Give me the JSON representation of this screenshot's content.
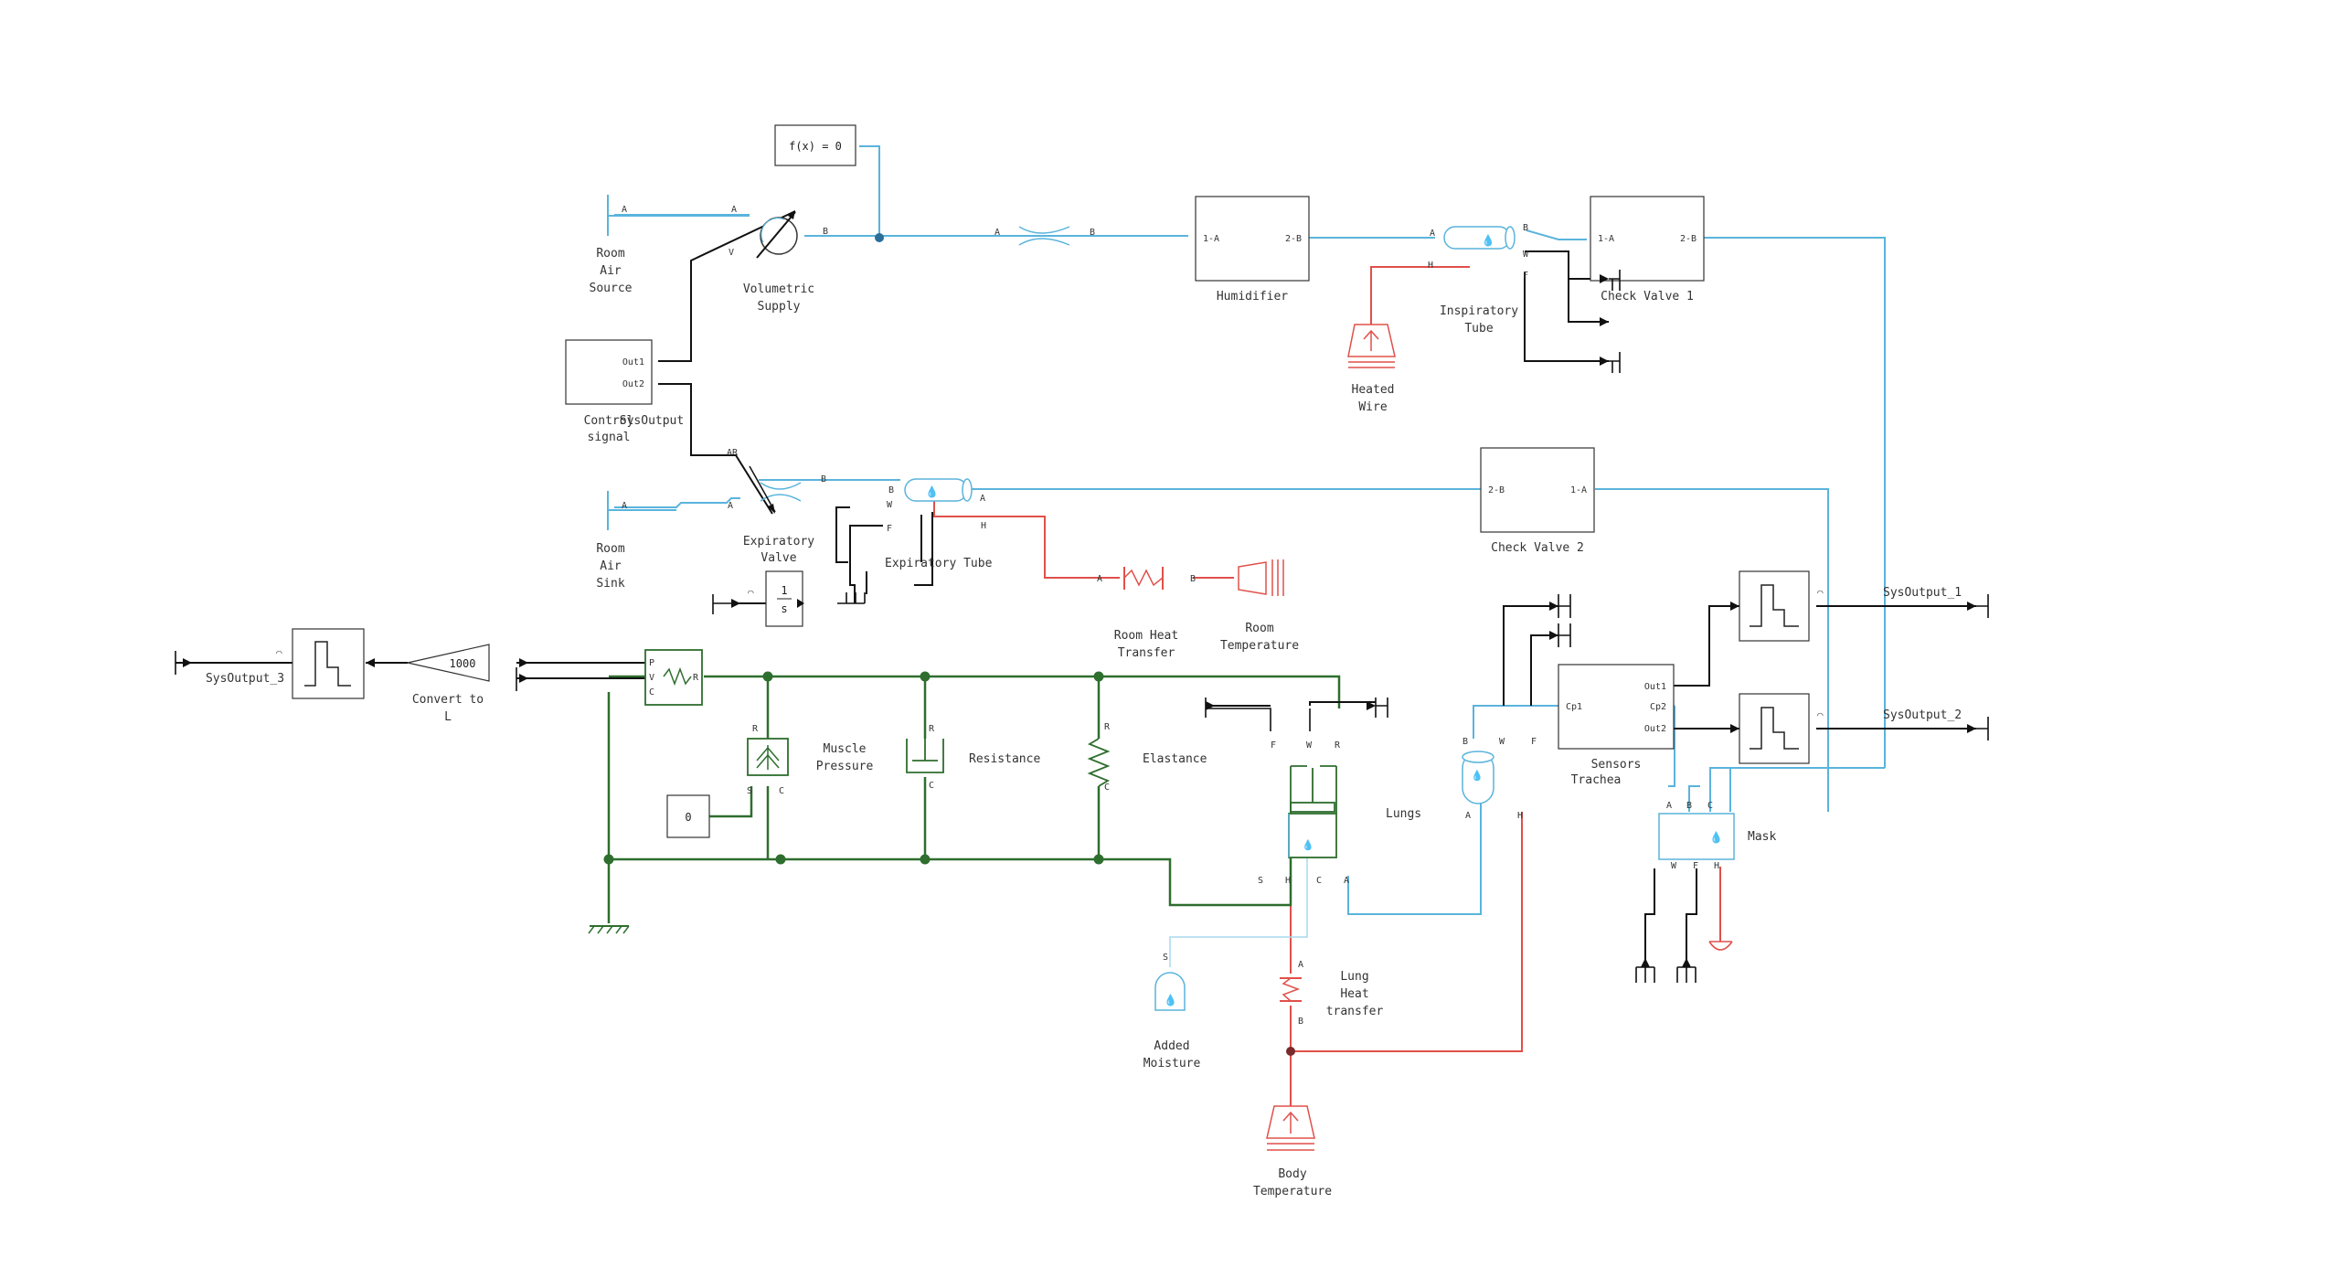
{
  "colors": {
    "gas": "#5ab4dc",
    "thermal": "#e0504a",
    "mechanical": "#2e6e2e",
    "signal": "#111111",
    "moisture": "#a9d8ee"
  },
  "blocks": {
    "fx": {
      "text": "f(x) = 0"
    },
    "room_air_source": {
      "label": [
        "Room",
        "Air",
        "Source"
      ],
      "port_a": "A"
    },
    "volumetric_supply": {
      "label": [
        "Volumetric",
        "Supply"
      ],
      "port_a": "A",
      "port_b": "B",
      "port_v": "V"
    },
    "orifice_top": {
      "port_a": "A",
      "port_b": "B"
    },
    "humidifier": {
      "label": "Humidifier",
      "port_1": "1-A",
      "port_2": "2-B"
    },
    "inspiratory_tube": {
      "label": [
        "Inspiratory",
        "Tube"
      ],
      "port_a": "A",
      "port_b": "B",
      "port_h": "H",
      "port_w": "W",
      "port_f": "F"
    },
    "heated_wire": {
      "label": [
        "Heated",
        "Wire"
      ]
    },
    "check_valve_1": {
      "label": "Check Valve 1",
      "port_1": "1-A",
      "port_2": "2-B"
    },
    "control_signal": {
      "label": [
        "Control",
        "signal"
      ],
      "overlap_label": "SysOutput",
      "out1": "Out1",
      "out2": "Out2"
    },
    "room_air_sink": {
      "label": [
        "Room",
        "Air",
        "Sink"
      ],
      "port_a": "A"
    },
    "expiratory_valve": {
      "label": [
        "Expiratory",
        "Valve"
      ],
      "port_a": "A",
      "port_b": "B",
      "port_ar": "AR"
    },
    "expiratory_tube": {
      "label": "Expiratory Tube",
      "port_a": "A",
      "port_b": "B",
      "port_h": "H",
      "port_w": "W",
      "port_f": "F"
    },
    "check_valve_2": {
      "label": "Check Valve 2",
      "port_1": "1-A",
      "port_2": "2-B"
    },
    "integrator": {
      "num": "1",
      "den": "s"
    },
    "room_heat_transfer": {
      "label": [
        "Room Heat",
        "Transfer"
      ],
      "port_a": "A",
      "port_b": "B"
    },
    "room_temperature": {
      "label": [
        "Room",
        "Temperature"
      ]
    },
    "sysoutput_3": {
      "label": "SysOutput_3"
    },
    "gain": {
      "value": "1000",
      "label": [
        "Convert to",
        "L"
      ]
    },
    "pressure_sensor": {
      "port_p": "P",
      "port_v": "V",
      "port_r": "R",
      "port_c": "C"
    },
    "muscle_pressure": {
      "label": [
        "Muscle",
        "Pressure"
      ],
      "port_r": "R",
      "port_s": "S",
      "port_c": "C"
    },
    "resistance": {
      "label": "Resistance",
      "port_r": "R",
      "port_c": "C"
    },
    "elastance": {
      "label": "Elastance",
      "port_r": "R",
      "port_c": "C"
    },
    "constant": {
      "value": "0"
    },
    "lungs": {
      "label": "Lungs",
      "port_f": "F",
      "port_w": "W",
      "port_r": "R",
      "port_s": "S",
      "port_h": "H",
      "port_c": "C",
      "port_a": "A"
    },
    "trachea": {
      "label": [
        "Sensors",
        "Trachea"
      ],
      "port_b": "B",
      "port_w": "W",
      "port_f": "F",
      "port_a": "A",
      "port_h": "H"
    },
    "sensors": {
      "port_cp1": "Cp1",
      "port_cp2": "Cp2",
      "out1": "Out1",
      "out2": "Out2"
    },
    "mask": {
      "label": "Mask",
      "port_a": "A",
      "port_b": "B",
      "port_c": "C",
      "port_w": "W",
      "port_f": "F",
      "port_h": "H"
    },
    "scope_1": {
      "label": "SysOutput_1"
    },
    "scope_2": {
      "label": "SysOutput_2"
    },
    "added_moisture": {
      "label": [
        "Added",
        "Moisture"
      ],
      "port_s": "S"
    },
    "lung_heat_transfer": {
      "label": [
        "Lung",
        "Heat",
        "transfer"
      ],
      "port_a": "A",
      "port_b": "B"
    },
    "body_temperature": {
      "label": [
        "Body",
        "Temperature"
      ]
    }
  }
}
